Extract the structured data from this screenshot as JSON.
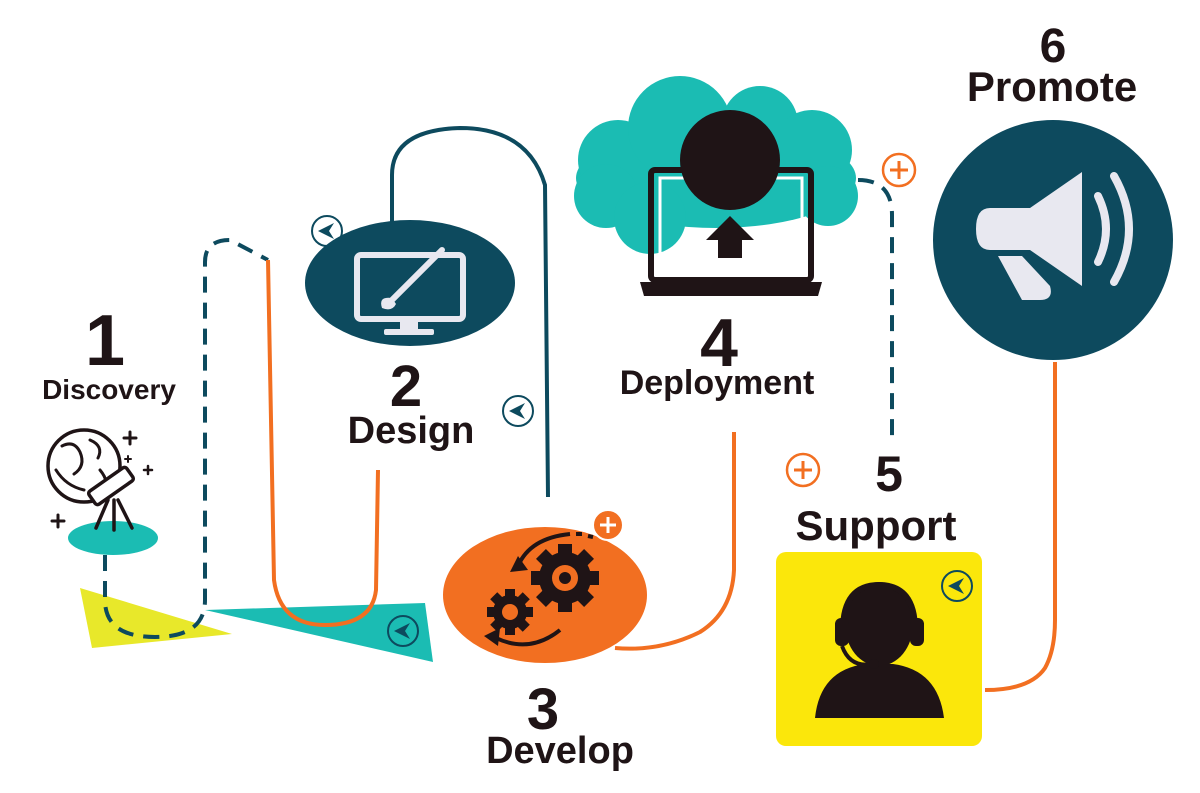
{
  "colors": {
    "teal": "#1bbcb3",
    "navy": "#0d4a5e",
    "orange": "#f26f21",
    "yellow": "#fbe70b",
    "yellow_triangle": "#e8e82a",
    "ink": "#1f1416",
    "light": "#e8e8f0"
  },
  "steps": [
    {
      "number": "1",
      "label": "Discovery",
      "icon": "telescope-globe-icon"
    },
    {
      "number": "2",
      "label": "Design",
      "icon": "monitor-paintbrush-icon"
    },
    {
      "number": "3",
      "label": "Develop",
      "icon": "gears-icon"
    },
    {
      "number": "4",
      "label": "Deployment",
      "icon": "laptop-cloud-upload-icon"
    },
    {
      "number": "5",
      "label": "Support",
      "icon": "headset-agent-icon"
    },
    {
      "number": "6",
      "label": "Promote",
      "icon": "megaphone-icon"
    }
  ]
}
